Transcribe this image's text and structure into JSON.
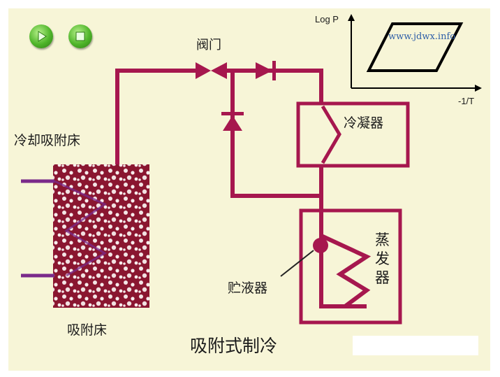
{
  "diagram": {
    "title": "吸附式制冷",
    "labels": {
      "valve": "阀门",
      "cooling_bed": "冷却吸附床",
      "condenser": "冷凝器",
      "evaporator": "蒸发器",
      "receiver": "贮液器",
      "adsorption_bed": "吸附床"
    },
    "inset_axes": {
      "y_label": "Log P",
      "x_label": "-1/T"
    }
  },
  "controls": {
    "play_icon": "play-icon",
    "stop_icon": "stop-icon"
  },
  "watermark": {
    "url": "www.jdwx.info"
  },
  "colors": {
    "panel_bg": "#f7f5d7",
    "pipe": "#a6174e",
    "bed_fill": "#8a1630",
    "button_green": "#4fb52a",
    "inset_frame": "#000000"
  }
}
